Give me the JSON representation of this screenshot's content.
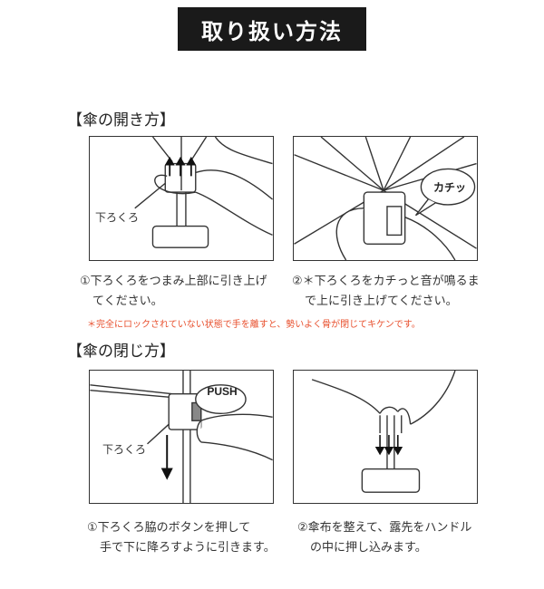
{
  "title": "取り扱い方法",
  "open": {
    "heading": "【傘の開き方】",
    "label_oroshi": "下ろくろ",
    "step1_line1": "①下ろくろをつまみ上部に引き上げ",
    "step1_line2": "てください。",
    "bubble": "カチッ",
    "step2_line1": "②＊下ろくろをカチっと音が鳴るま",
    "step2_line2": "で上に引き上げてください。",
    "warning": "＊完全にロックされていない状態で手を離すと、勢いよく骨が閉じてキケンです。"
  },
  "close": {
    "heading": "【傘の閉じ方】",
    "push_label": "PUSH",
    "label_oroshi": "下ろくろ",
    "step1_line1": "①下ろくろ脇のボタンを押して",
    "step1_line2": "手で下に降ろすように引きます。",
    "step2_line1": "②傘布を整えて、露先をハンドル",
    "step2_line2": "の中に押し込みます。"
  },
  "colors": {
    "warning": "#e8502e",
    "title_bg": "#1a1a1a"
  }
}
